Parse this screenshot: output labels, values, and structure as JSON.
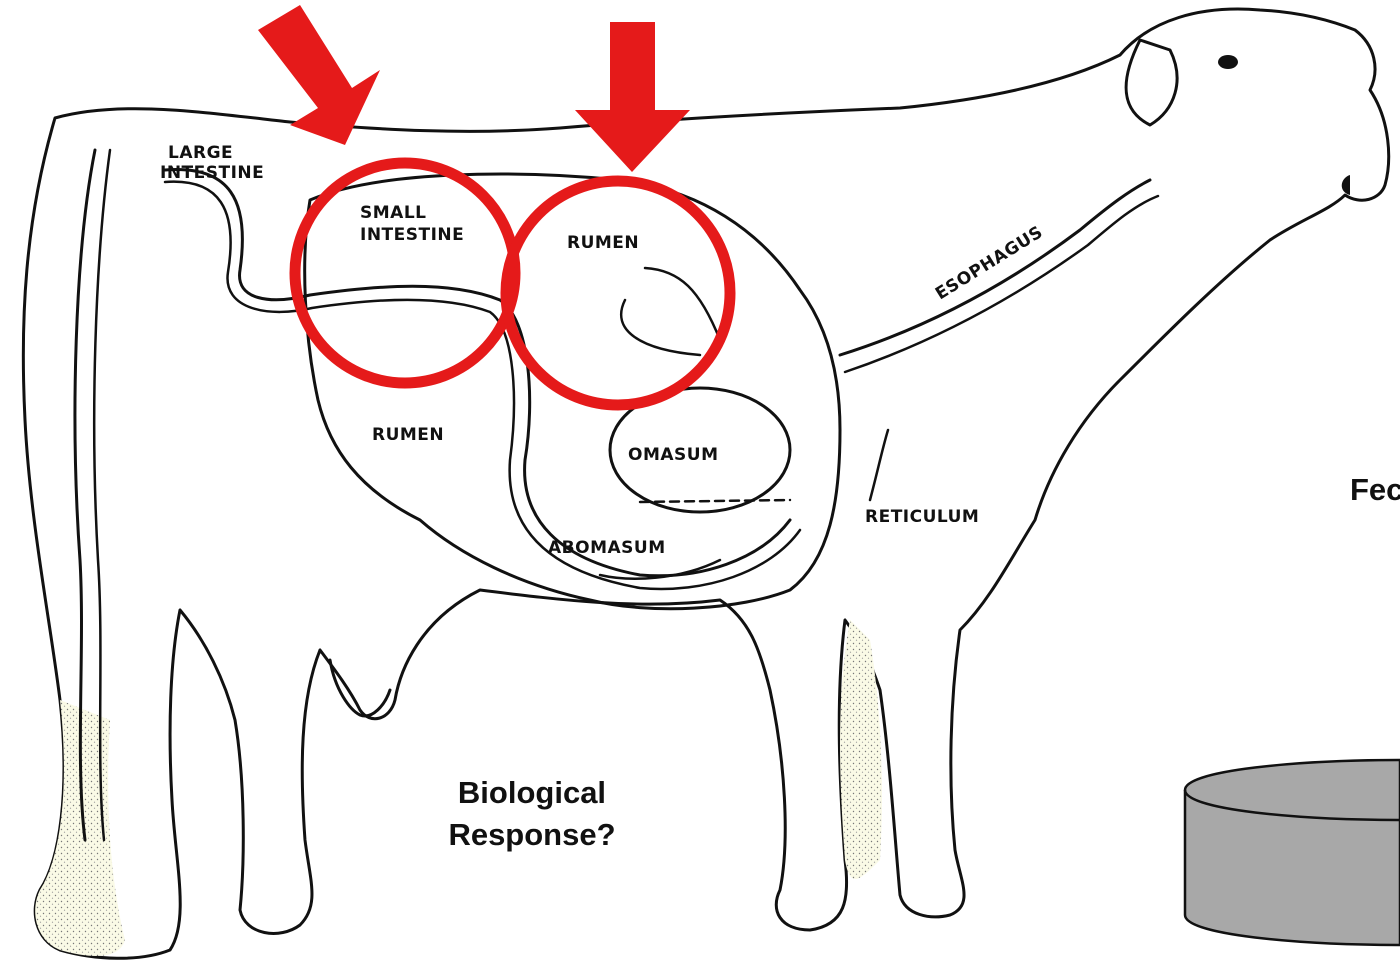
{
  "diagram": {
    "labels": {
      "large_intestine_line1": "LARGE",
      "large_intestine_line2": "INTESTINE",
      "small_intestine_line1": "SMALL",
      "small_intestine_line2": "INTESTINE",
      "rumen_upper": "RUMEN",
      "rumen_lower": "RUMEN",
      "omasum": "OMASUM",
      "abomasum": "ABOMASUM",
      "reticulum": "RETICULUM",
      "esophagus": "ESOPHAGUS"
    },
    "caption": {
      "line1": "Biological",
      "line2": "Response?"
    },
    "side_text": "Fec",
    "colors": {
      "cow_body": "#fafae6",
      "stomach_fill": "#f0f0f0",
      "highlight_red": "#e51a1a",
      "feed_bin": "#a8a8a8"
    }
  }
}
